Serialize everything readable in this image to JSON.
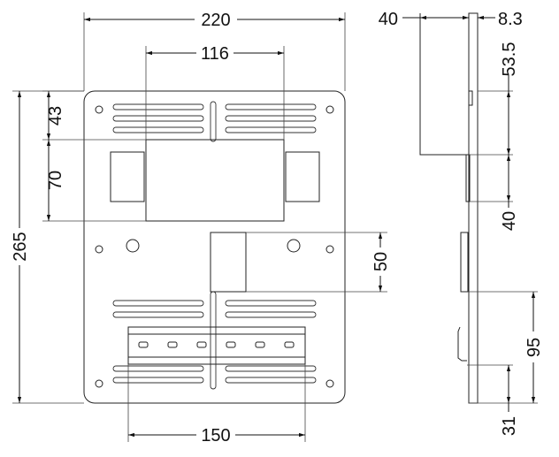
{
  "front_view": {
    "width_total": "220",
    "cutout_width": "116",
    "top_to_bracket": "43",
    "bracket_height": "70",
    "height_total": "265",
    "rail_clip_height": "50",
    "din_rail_width": "150"
  },
  "side_view": {
    "bracket_depth": "40",
    "plate_thickness": "8.3",
    "top_offset": "53.5",
    "bracket_height": "40",
    "lower_section": "95",
    "bottom_offset": "31"
  }
}
